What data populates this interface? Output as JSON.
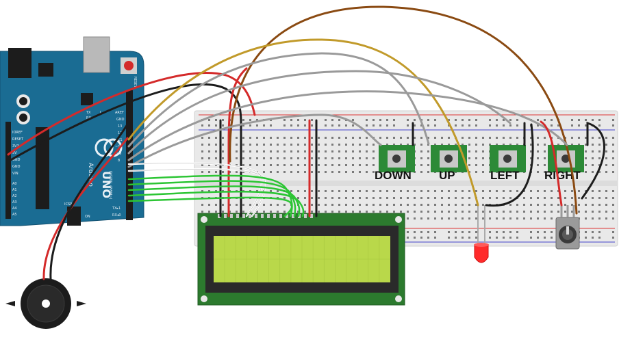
{
  "arduino": {
    "logo_text": "Arduino",
    "model": "UNO",
    "reset_label": "RESET",
    "pin_labels": {
      "ioref": "IOREF",
      "reset": "RESET",
      "v3": "3V3",
      "v5": "5V",
      "gnd1": "GND",
      "gnd2": "GND",
      "vin": "VIN",
      "a0": "A0",
      "a1": "A1",
      "a2": "A2",
      "a3": "A3",
      "a4": "A4",
      "a5": "A5",
      "aref": "AREF",
      "gnd_top": "GND",
      "d13": "13",
      "d12": "12",
      "d11": "~11",
      "d10": "~10",
      "d9": "~9",
      "d8": "8",
      "digital": "DIGITAL (PWM~)",
      "tx": "TX",
      "rx": "RX",
      "l": "L",
      "tx1": "TX▸1",
      "rx0": "RX◂0",
      "icsp": "ICSP",
      "on": "ON"
    }
  },
  "buttons": {
    "down": "DOWN",
    "up": "UP",
    "left": "LEFT",
    "right": "RIGHT"
  },
  "colors": {
    "board_blue": "#1a6c93",
    "wire_red": "#d42a2a",
    "wire_black": "#1c1c1c",
    "wire_brown": "#8a4a12",
    "wire_gold": "#c19a2a",
    "wire_grey": "#9a9a9a",
    "wire_green": "#2cc534",
    "lcd_green": "#2c7a2e",
    "lcd_screen": "#b9d84a",
    "led_red": "#ff2020",
    "breadboard": "#ececec"
  }
}
